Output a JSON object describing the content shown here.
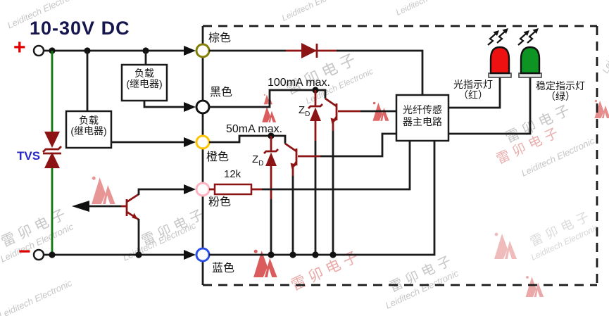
{
  "header": {
    "title": "10-30V DC"
  },
  "supply": {
    "plus": "+",
    "minus": "−",
    "tvs": "TVS"
  },
  "load_boxes": [
    {
      "line1": "负载",
      "line2": "(继电器)"
    },
    {
      "line1": "负载",
      "line2": "(继电器)"
    }
  ],
  "terminals": [
    {
      "label": "棕色",
      "ring": "#837f00"
    },
    {
      "label": "黑色",
      "ring": "#141414"
    },
    {
      "label": "橙色",
      "ring": "#ffc400"
    },
    {
      "label": "粉色",
      "ring": "#ffb3bf"
    },
    {
      "label": "蓝色",
      "ring": "#2b50e8"
    }
  ],
  "inside": {
    "max100": "100mA max.",
    "max50": "50mA max.",
    "zener_z": "Z",
    "zener_sub": "D",
    "resistor": "12k"
  },
  "main_circuit": {
    "line1": "光纤传感",
    "line2": "器主电路"
  },
  "indicators": {
    "red_line1": "光指示灯",
    "red_line2": "（红）",
    "red_color": "#ee1111",
    "green_line1": "稳定指示灯",
    "green_line2": "（绿）",
    "green_color": "#0d9422"
  },
  "colors": {
    "component_red": "#8d1414",
    "wire_black": "#1a1a1a",
    "tvs_wire_green": "#0a7a0a",
    "title_navy": "#16164e",
    "polarity_red": "#e00000",
    "tvs_label_blue": "#2626c9",
    "watermark_gray": "#c6c6c6",
    "watermark_red": "#e79a9a",
    "logo_red": "#d54040"
  },
  "watermark": {
    "cn": "雷卯电子",
    "en": "Leiditech Electronic"
  }
}
